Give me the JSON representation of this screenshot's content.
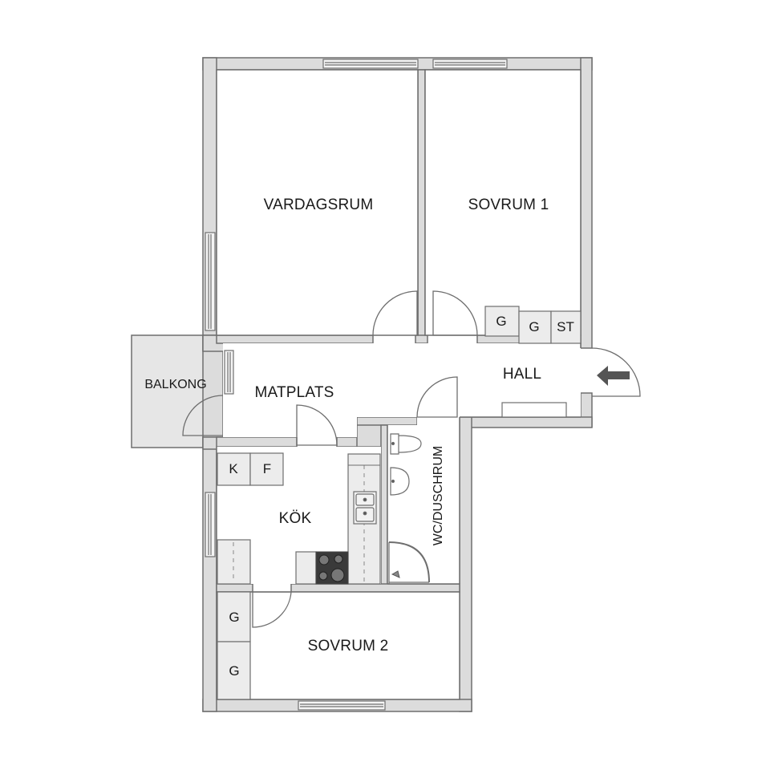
{
  "floor_plan": {
    "colors": {
      "wall_fill": "#dcdcdc",
      "wall_stroke": "#6e6e6e",
      "fixture_fill": "#ececec",
      "balcony_fill": "#e6e6e6",
      "stove_fill": "#3a3a3a",
      "arrow_fill": "#555555"
    },
    "rooms": {
      "vardagsrum": "VARDAGSRUM",
      "sovrum1": "SOVRUM 1",
      "balkong": "BALKONG",
      "matplats": "MATPLATS",
      "hall": "HALL",
      "kok": "KÖK",
      "wc": "WC/DUSCHRUM",
      "sovrum2": "SOVRUM 2"
    },
    "fixtures": {
      "hall_wardrobe_1": "G",
      "hall_wardrobe_2": "G",
      "hall_storage": "ST",
      "kitchen_fridge": "K",
      "kitchen_freezer": "F",
      "sovrum2_wardrobe_1": "G",
      "sovrum2_wardrobe_2": "G"
    },
    "icons": {
      "entrance": "entrance-arrow-icon"
    }
  }
}
